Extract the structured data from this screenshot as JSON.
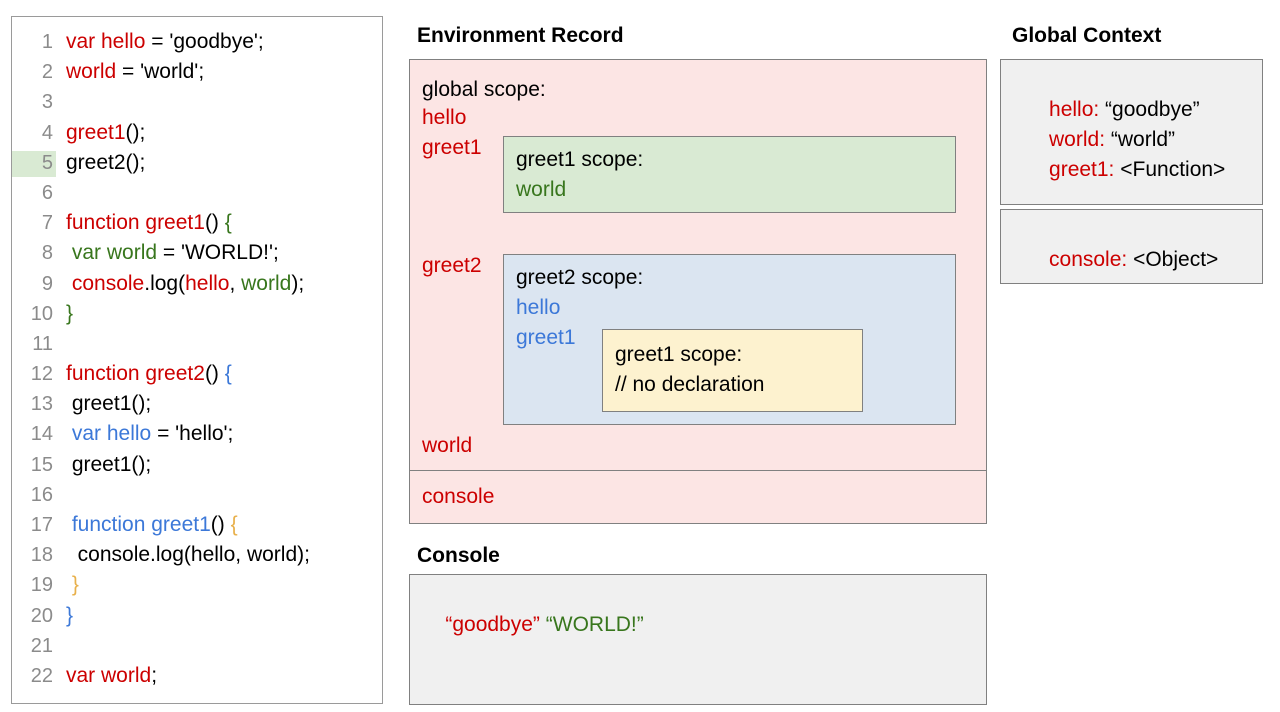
{
  "code_editor": {
    "highlighted_line": 5,
    "lines": [
      {
        "num": "1",
        "tokens": [
          {
            "t": "var hello",
            "c": "red"
          },
          {
            "t": " = 'goodbye';",
            "c": "black"
          }
        ]
      },
      {
        "num": "2",
        "tokens": [
          {
            "t": "world",
            "c": "red"
          },
          {
            "t": " = 'world';",
            "c": "black"
          }
        ]
      },
      {
        "num": "3",
        "tokens": []
      },
      {
        "num": "4",
        "tokens": [
          {
            "t": "greet1",
            "c": "red"
          },
          {
            "t": "();",
            "c": "black"
          }
        ]
      },
      {
        "num": "5",
        "tokens": [
          {
            "t": "greet2();",
            "c": "black"
          }
        ]
      },
      {
        "num": "6",
        "tokens": []
      },
      {
        "num": "7",
        "tokens": [
          {
            "t": "function greet1",
            "c": "red"
          },
          {
            "t": "() ",
            "c": "black"
          },
          {
            "t": "{",
            "c": "green"
          }
        ]
      },
      {
        "num": "8",
        "tokens": [
          {
            "t": " ",
            "c": "black"
          },
          {
            "t": "var world",
            "c": "green"
          },
          {
            "t": " = 'WORLD!';",
            "c": "black"
          }
        ]
      },
      {
        "num": "9",
        "tokens": [
          {
            "t": " ",
            "c": "black"
          },
          {
            "t": "console",
            "c": "red"
          },
          {
            "t": ".log(",
            "c": "black"
          },
          {
            "t": "hello",
            "c": "red"
          },
          {
            "t": ", ",
            "c": "black"
          },
          {
            "t": "world",
            "c": "green"
          },
          {
            "t": ");",
            "c": "black"
          }
        ]
      },
      {
        "num": "10",
        "tokens": [
          {
            "t": "}",
            "c": "green"
          }
        ]
      },
      {
        "num": "11",
        "tokens": []
      },
      {
        "num": "12",
        "tokens": [
          {
            "t": "function greet2",
            "c": "red"
          },
          {
            "t": "() ",
            "c": "black"
          },
          {
            "t": "{",
            "c": "blue"
          }
        ]
      },
      {
        "num": "13",
        "tokens": [
          {
            "t": " greet1();",
            "c": "black"
          }
        ]
      },
      {
        "num": "14",
        "tokens": [
          {
            "t": " ",
            "c": "black"
          },
          {
            "t": "var hello",
            "c": "blue"
          },
          {
            "t": " = 'hello';",
            "c": "black"
          }
        ]
      },
      {
        "num": "15",
        "tokens": [
          {
            "t": " greet1();",
            "c": "black"
          }
        ]
      },
      {
        "num": "16",
        "tokens": []
      },
      {
        "num": "17",
        "tokens": [
          {
            "t": " ",
            "c": "black"
          },
          {
            "t": "function greet1",
            "c": "blue"
          },
          {
            "t": "() ",
            "c": "black"
          },
          {
            "t": "{",
            "c": "orange"
          }
        ]
      },
      {
        "num": "18",
        "tokens": [
          {
            "t": "  console.log(hello, world);",
            "c": "black"
          }
        ]
      },
      {
        "num": "19",
        "tokens": [
          {
            "t": " ",
            "c": "black"
          },
          {
            "t": "}",
            "c": "orange"
          }
        ]
      },
      {
        "num": "20",
        "tokens": [
          {
            "t": "}",
            "c": "blue"
          }
        ]
      },
      {
        "num": "21",
        "tokens": []
      },
      {
        "num": "22",
        "tokens": [
          {
            "t": "var world",
            "c": "red"
          },
          {
            "t": ";",
            "c": "black"
          }
        ]
      }
    ]
  },
  "environment_record": {
    "title": "Environment Record",
    "global_scope_label": "global scope:",
    "global_vars": [
      "hello",
      "greet1",
      "greet2",
      "world"
    ],
    "console_entry": "console",
    "greet1_scope": {
      "head": "greet1 scope:",
      "vars": [
        "world"
      ]
    },
    "greet2_scope": {
      "head": "greet2 scope:",
      "vars": [
        "hello",
        "greet1"
      ]
    },
    "greet1_inner_scope": {
      "head": "greet1 scope:",
      "note": "// no declaration"
    }
  },
  "global_context": {
    "title": "Global Context",
    "entries": [
      {
        "key": "hello:",
        "value": " “goodbye”"
      },
      {
        "key": "world:",
        "value": " “world”"
      },
      {
        "key": "greet1:",
        "value": " <Function>"
      }
    ],
    "object_entry": {
      "key": "console:",
      "value": " <Object>"
    }
  },
  "console": {
    "title": "Console",
    "outputs": [
      {
        "text": "“goodbye”",
        "color": "red"
      },
      {
        "text": "“WORLD!”",
        "color": "green"
      }
    ]
  },
  "colors": {
    "red": "#cc0000",
    "green": "#38761d",
    "blue": "#3c78d8",
    "orange": "#e8b04b",
    "env_bg": "#fce5e4",
    "greet1_bg": "#d9ead3",
    "greet2_bg": "#dbe5f1",
    "greet1_inner_bg": "#fdf2cf",
    "panel_bg": "#f0f0f0"
  }
}
